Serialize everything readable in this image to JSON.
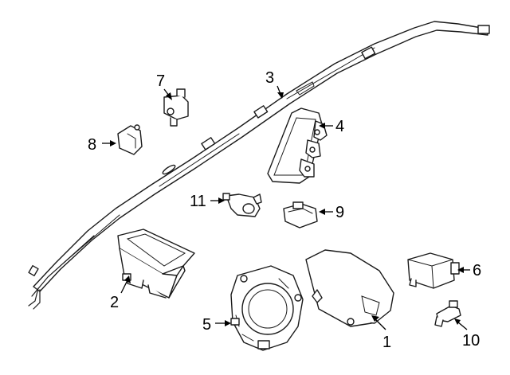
{
  "callouts": [
    {
      "id": "1",
      "label": "1"
    },
    {
      "id": "2",
      "label": "2"
    },
    {
      "id": "3",
      "label": "3"
    },
    {
      "id": "4",
      "label": "4"
    },
    {
      "id": "5",
      "label": "5"
    },
    {
      "id": "6",
      "label": "6"
    },
    {
      "id": "7",
      "label": "7"
    },
    {
      "id": "8",
      "label": "8"
    },
    {
      "id": "9",
      "label": "9"
    },
    {
      "id": "10",
      "label": "10"
    },
    {
      "id": "11",
      "label": "11"
    }
  ],
  "colors": {
    "line": "#1a1a1a",
    "background": "#ffffff"
  }
}
